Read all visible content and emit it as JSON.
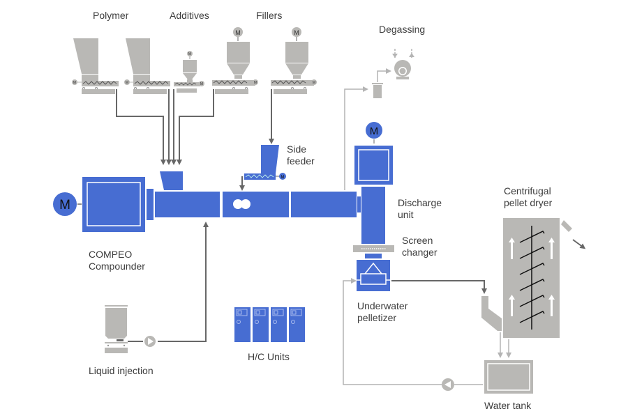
{
  "colors": {
    "blue": "#476dd2",
    "gray_fill": "#b9b8b5",
    "line_dark": "#676767",
    "line_light": "#b4b4b4",
    "text": "#3c3c3c"
  },
  "labels": {
    "polymer": "Polymer",
    "additives": "Additives",
    "fillers": "Fillers",
    "degassing": "Degassing",
    "side_feeder_1": "Side",
    "side_feeder_2": "feeder",
    "compounder_1": "COMPEO",
    "compounder_2": "Compounder",
    "discharge_1": "Discharge",
    "discharge_2": "unit",
    "screen_1": "Screen",
    "screen_2": "changer",
    "pelletizer_1": "Underwater",
    "pelletizer_2": "pelletizer",
    "dryer_1": "Centrifugal",
    "dryer_2": "pellet dryer",
    "liquid": "Liquid injection",
    "hc_units": "H/C Units",
    "water_tank": "Water tank"
  },
  "motor_symbol": "M",
  "feeders": [
    {
      "group": "polymer",
      "type": "gravimetric"
    },
    {
      "group": "polymer",
      "type": "gravimetric"
    },
    {
      "group": "additives",
      "type": "micro"
    },
    {
      "group": "fillers",
      "type": "loss-in-weight"
    },
    {
      "group": "fillers",
      "type": "loss-in-weight"
    }
  ],
  "hc_unit_count": 4
}
